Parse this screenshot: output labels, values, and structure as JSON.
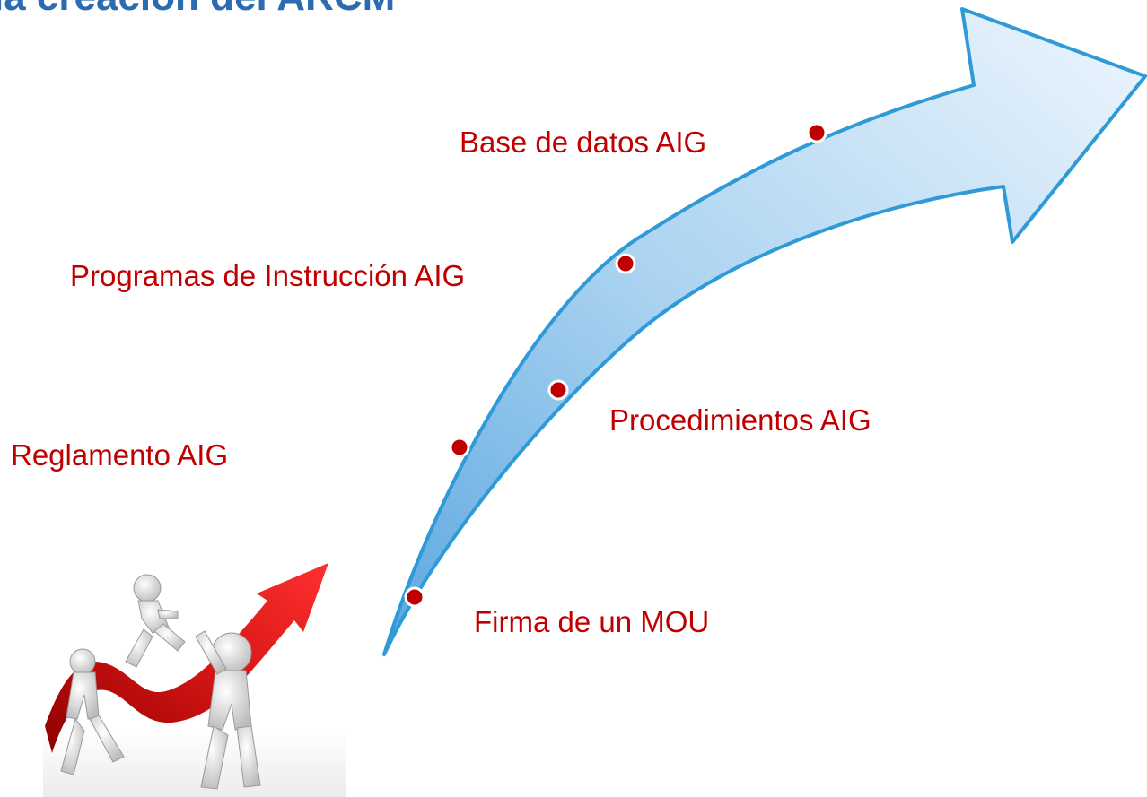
{
  "slide": {
    "title": "la creación del ARCM",
    "accent_color": "#2b6cb0",
    "text_color": "#c00000",
    "milestones": [
      {
        "label": "Firma de un MOU"
      },
      {
        "label": "Reglamento AIG"
      },
      {
        "label": "Procedimientos AIG"
      },
      {
        "label": "Programas de Instrucción AIG"
      },
      {
        "label": "Base de datos AIG"
      }
    ],
    "illustration": "growth-arrow-figures-icon"
  }
}
